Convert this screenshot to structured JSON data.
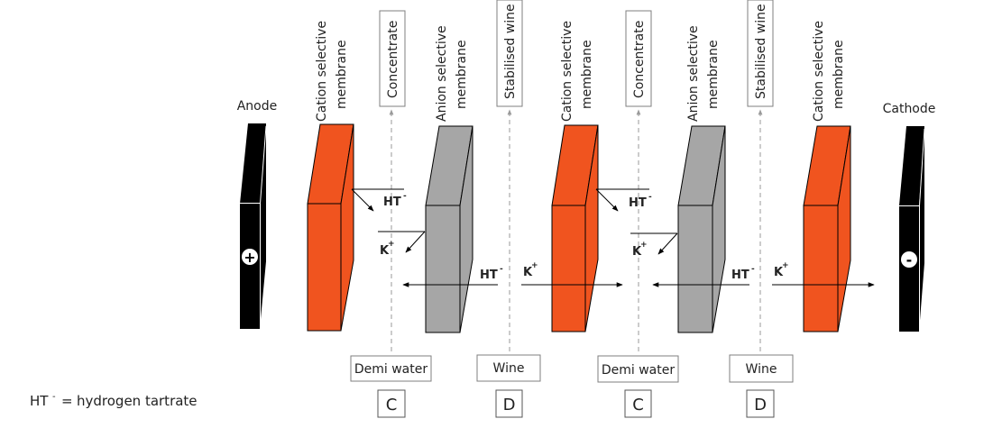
{
  "diagram": {
    "title": "Electrodialysis stack for wine stabilisation",
    "colors": {
      "cation_membrane": "#f0541f",
      "anion_membrane": "#a6a6a6",
      "electrode": "#000000",
      "dashed_flow": "#9a9a9a",
      "box_border": "#7f7f7f"
    },
    "electrodes": [
      {
        "id": "anode",
        "label": "Anode",
        "sign": "+"
      },
      {
        "id": "cathode",
        "label": "Cathode",
        "sign": "-"
      }
    ],
    "membranes": [
      {
        "type": "cation",
        "line1": "Cation selective",
        "line2": "membrane"
      },
      {
        "type": "anion",
        "line1": "Anion selective",
        "line2": "membrane"
      },
      {
        "type": "cation",
        "line1": "Cation selective",
        "line2": "membrane"
      },
      {
        "type": "anion",
        "line1": "Anion selective",
        "line2": "membrane"
      },
      {
        "type": "cation",
        "line1": "Cation selective",
        "line2": "membrane"
      }
    ],
    "compartments": [
      {
        "output": "Concentrate",
        "input": "Demi water",
        "code": "C"
      },
      {
        "output": "Stabilised wine",
        "input": "Wine",
        "code": "D"
      },
      {
        "output": "Concentrate",
        "input": "Demi water",
        "code": "C"
      },
      {
        "output": "Stabilised wine",
        "input": "Wine",
        "code": "D"
      }
    ],
    "ions": {
      "ht": {
        "base": "HT",
        "charge": "-"
      },
      "k": {
        "base": "K",
        "charge": "+"
      }
    },
    "legend": {
      "symbol": "HT",
      "charge": "-",
      "equals": "=",
      "meaning": "hydrogen tartrate"
    }
  }
}
